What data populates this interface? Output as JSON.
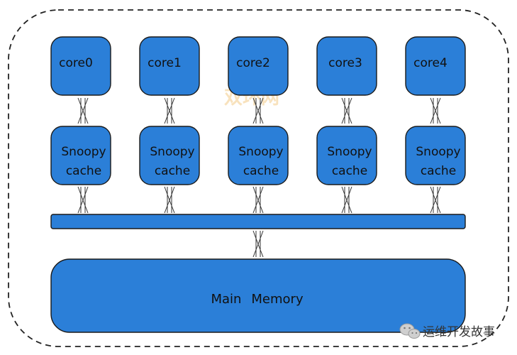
{
  "diagram": {
    "cores": [
      {
        "label": "core0"
      },
      {
        "label": "core1"
      },
      {
        "label": "core2"
      },
      {
        "label": "core3"
      },
      {
        "label": "core4"
      }
    ],
    "cache": {
      "line1": "Snoopy",
      "line2": "cache"
    },
    "memory": {
      "label_part1": "Main",
      "label_part2": "Memory"
    },
    "watermark": "双环网",
    "footer": {
      "text": "运维开发故事",
      "icon": "wechat-icon"
    },
    "colors": {
      "block_fill": "#2b7fd8",
      "block_stroke": "#1a1a1a",
      "dashed_border": "#222222"
    }
  }
}
